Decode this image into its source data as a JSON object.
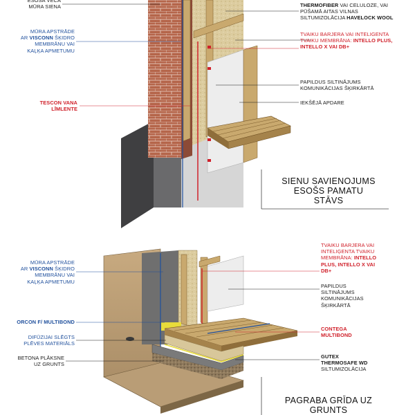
{
  "colors": {
    "black_label": "#1a1a1a",
    "blue_label": "#1f4f9c",
    "red_label": "#d0202a",
    "brick": "#b5654a",
    "insulation": "#d8c79a",
    "concrete": "#6f6f6f",
    "wood": "#c9a96e"
  },
  "top": {
    "title": "SIENU SAVIENOJUMS\nESOŠS PAMATU\nSTĀVS",
    "left_labels": {
      "brick": "ESOŠA VECĀ\nMŪRA SIENA",
      "finish_line1": "MŪRA APSTRĀDE",
      "finish_ar": "AR ",
      "finish_brand": "VISCONN",
      "finish_rest": " ŠĶIDRO\nMEMBRĀNU VAI\nKAĻĶA APMETUMU",
      "tape": "TESCON VANA\nLĪMLENTE"
    },
    "right_labels": {
      "insul_brand1": "THERMOFIBER",
      "insul_text1": " VAI CELULOZE, VAI\nPŪŠAMĀ AITAS VILNAS\nSILTUMIZOLĀCIJA ",
      "insul_brand2": "HAVELOCK WOOL",
      "vapour_line1": "TVAIKU BARJERA VAI INTELIGENTA",
      "vapour_line2": "TVAIKU MEMBRĀNA: ",
      "vapour_brand": "INTELLO PLUS,\nINTELLO X VAI DB+",
      "service": "PAPILDUS SILTINĀJUMS\nKOMUNIKĀCIJAS ŠĶIRKĀRTĀ",
      "inner": "IEKŠĒJĀ APDARE"
    }
  },
  "bottom": {
    "title": "PAGRABA GRĪDA UZ\nGRUNTS",
    "left_labels": {
      "finish_line1": "MŪRA APSTRĀDE",
      "finish_ar": "AR ",
      "finish_brand": "VISCONN",
      "finish_rest": " ŠĶIDRO\nMEMBRĀNU VAI\nKAĻĶA APMETUMU",
      "orcon": "ORCON F/ MULTIBOND",
      "diffusion": "DIFŪZIJAI SLĒGTS\nPLĒVES MATERIĀLS",
      "slab": "BETONA PLĀKSNE\nUZ GRUNTS"
    },
    "right_labels": {
      "vapour_text": "TVAIKU BARJERA VAI\nINTELIĢENTA TVAIKU\nMEMBRĀNA: ",
      "vapour_brand": "INTELLO\nPLUS, INTELLO X VAI\nDB+",
      "service": "PAPILDUS\nSILTINĀJUMS\nKOMUNIKĀCIJAS\nŠĶIRKĀRTĀ",
      "contega": "CONTEGA\nMULTIBOND",
      "gutex_brand": "GUTEX\nTHERMOSAFE WD",
      "gutex_text": "\nSILTUMIZOLĀCIJA"
    }
  }
}
